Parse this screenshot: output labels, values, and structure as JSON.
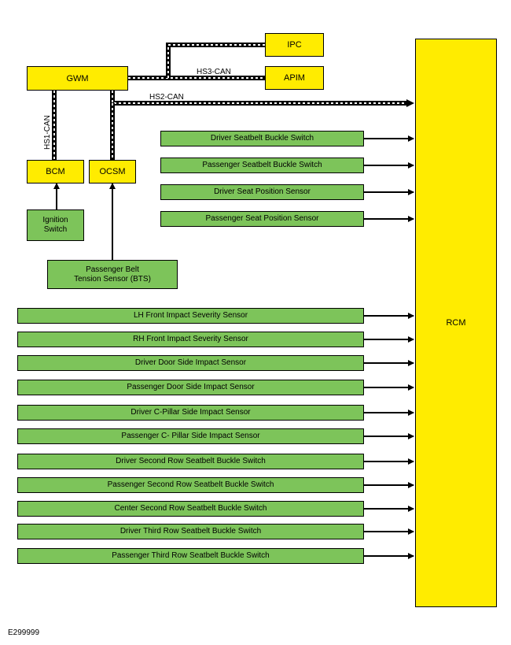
{
  "modules": {
    "gwm": "GWM",
    "ipc": "IPC",
    "apim": "APIM",
    "bcm": "BCM",
    "ocsm": "OCSM",
    "rcm": "RCM"
  },
  "buses": {
    "hs1": "HS1-CAN",
    "hs2": "HS2-CAN",
    "hs3": "HS3-CAN"
  },
  "inputs_left": {
    "ignition_switch": "Ignition\nSwitch",
    "passenger_bts": "Passenger Belt\nTension Sensor (BTS)"
  },
  "sensors_upper": [
    "Driver Seatbelt Buckle Switch",
    "Passenger Seatbelt Buckle Switch",
    "Driver Seat Position Sensor",
    "Passenger Seat Position Sensor"
  ],
  "sensors_lower": [
    "LH Front Impact Severity Sensor",
    "RH Front Impact Severity Sensor",
    "Driver Door Side Impact Sensor",
    "Passenger Door Side Impact Sensor",
    "Driver C-Pillar Side Impact Sensor",
    "Passenger C- Pillar Side Impact Sensor",
    "Driver Second Row Seatbelt Buckle Switch",
    "Passenger Second Row Seatbelt Buckle Switch",
    "Center Second Row Seatbelt Buckle Switch",
    "Driver Third Row Seatbelt Buckle Switch",
    "Passenger Third Row Seatbelt Buckle Switch"
  ],
  "figure_id": "E299999",
  "colors": {
    "module": "#ffec00",
    "sensor": "#7dc45a"
  }
}
